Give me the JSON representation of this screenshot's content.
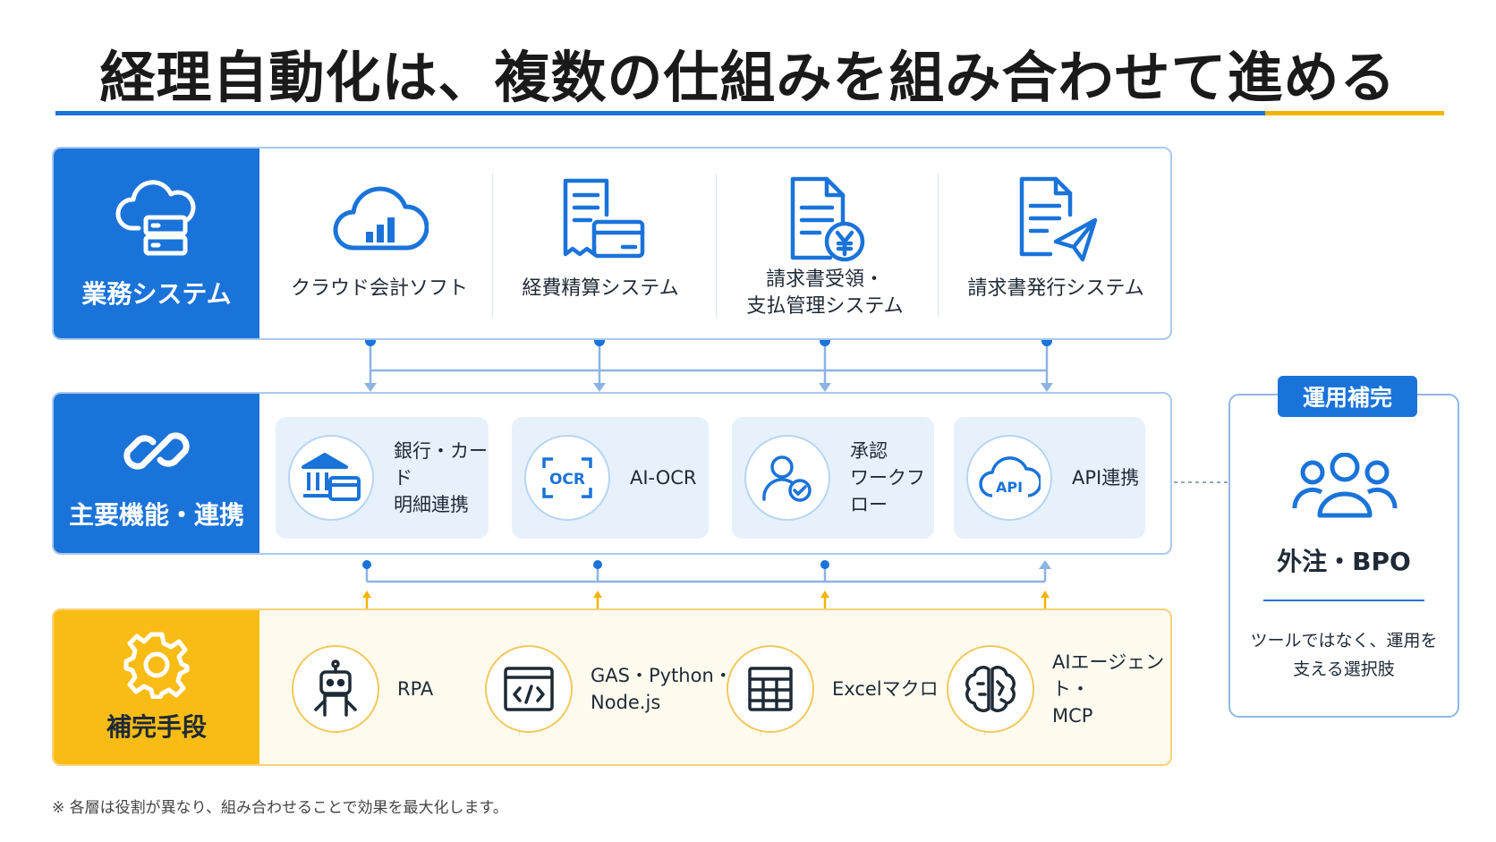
{
  "title": "経理自動化は、複数の仕組みを組み合わせて進める",
  "colors": {
    "blue": "#1a73d9",
    "yellow": "#f9bc14"
  },
  "layers": [
    {
      "label": "業務システム",
      "icon": "cloud-server-icon",
      "items": [
        {
          "label": "クラウド会計ソフト",
          "icon": "cloud-chart-icon"
        },
        {
          "label": "経費精算システム",
          "icon": "receipt-card-icon"
        },
        {
          "label": "請求書受領・\n支払管理システム",
          "icon": "invoice-yen-icon"
        },
        {
          "label": "請求書発行システム",
          "icon": "invoice-send-icon"
        }
      ]
    },
    {
      "label": "主要機能・連携",
      "icon": "link-icon",
      "items": [
        {
          "label": "銀行・カード\n明細連携",
          "icon": "bank-card-icon"
        },
        {
          "label": "AI-OCR",
          "icon": "ocr-icon",
          "icon_text": "OCR"
        },
        {
          "label": "承認\nワークフロー",
          "icon": "user-check-icon"
        },
        {
          "label": "API連携",
          "icon": "cloud-api-icon",
          "icon_text": "API"
        }
      ]
    },
    {
      "label": "補完手段",
      "icon": "gear-icon",
      "items": [
        {
          "label": "RPA",
          "icon": "robot-icon"
        },
        {
          "label": "GAS・Python・\nNode.js",
          "icon": "code-window-icon"
        },
        {
          "label": "Excelマクロ",
          "icon": "spreadsheet-icon"
        },
        {
          "label": "AIエージェント・\nMCP",
          "icon": "brain-icon"
        }
      ]
    }
  ],
  "bpo": {
    "badge": "運用補完",
    "icon": "people-group-icon",
    "name": "外注・BPO",
    "description": "ツールではなく、運用を\n支える選択肢"
  },
  "footnote": "※ 各層は役割が異なり、組み合わせることで効果を最大化します。"
}
